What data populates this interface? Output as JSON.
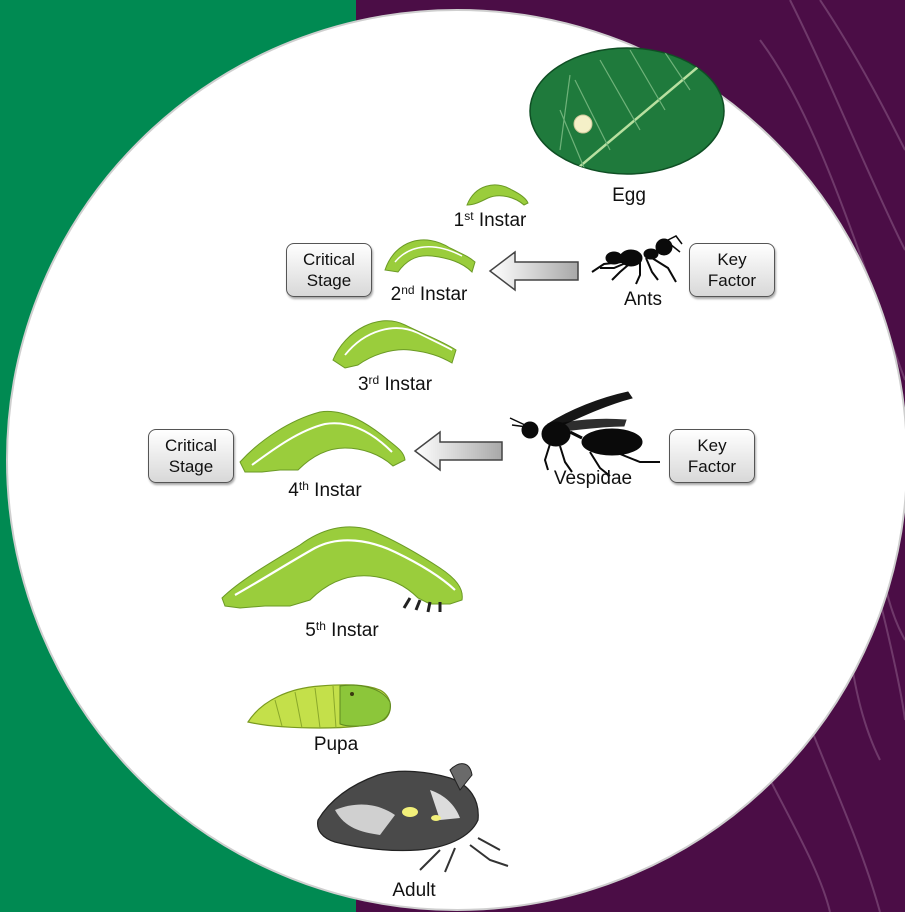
{
  "colors": {
    "left_panel": "#008a52",
    "right_panel": "#4b0d46",
    "larva_green": "#9acd3c",
    "leaf_green": "#1f7a3c"
  },
  "stages": {
    "egg": "Egg",
    "instar1": {
      "num": "1",
      "sup": "st",
      "word": "Instar"
    },
    "instar2": {
      "num": "2",
      "sup": "nd",
      "word": "Instar"
    },
    "instar3": {
      "num": "3",
      "sup": "rd",
      "word": "Instar"
    },
    "instar4": {
      "num": "4",
      "sup": "th",
      "word": "Instar"
    },
    "instar5": {
      "num": "5",
      "sup": "th",
      "word": "Instar"
    },
    "pupa": "Pupa",
    "adult": "Adult"
  },
  "predators": {
    "ants": "Ants",
    "vespidae": "Vespidae"
  },
  "tags": {
    "critical": {
      "line1": "Critical",
      "line2": "Stage"
    },
    "key": {
      "line1": "Key",
      "line2": "Factor"
    }
  }
}
